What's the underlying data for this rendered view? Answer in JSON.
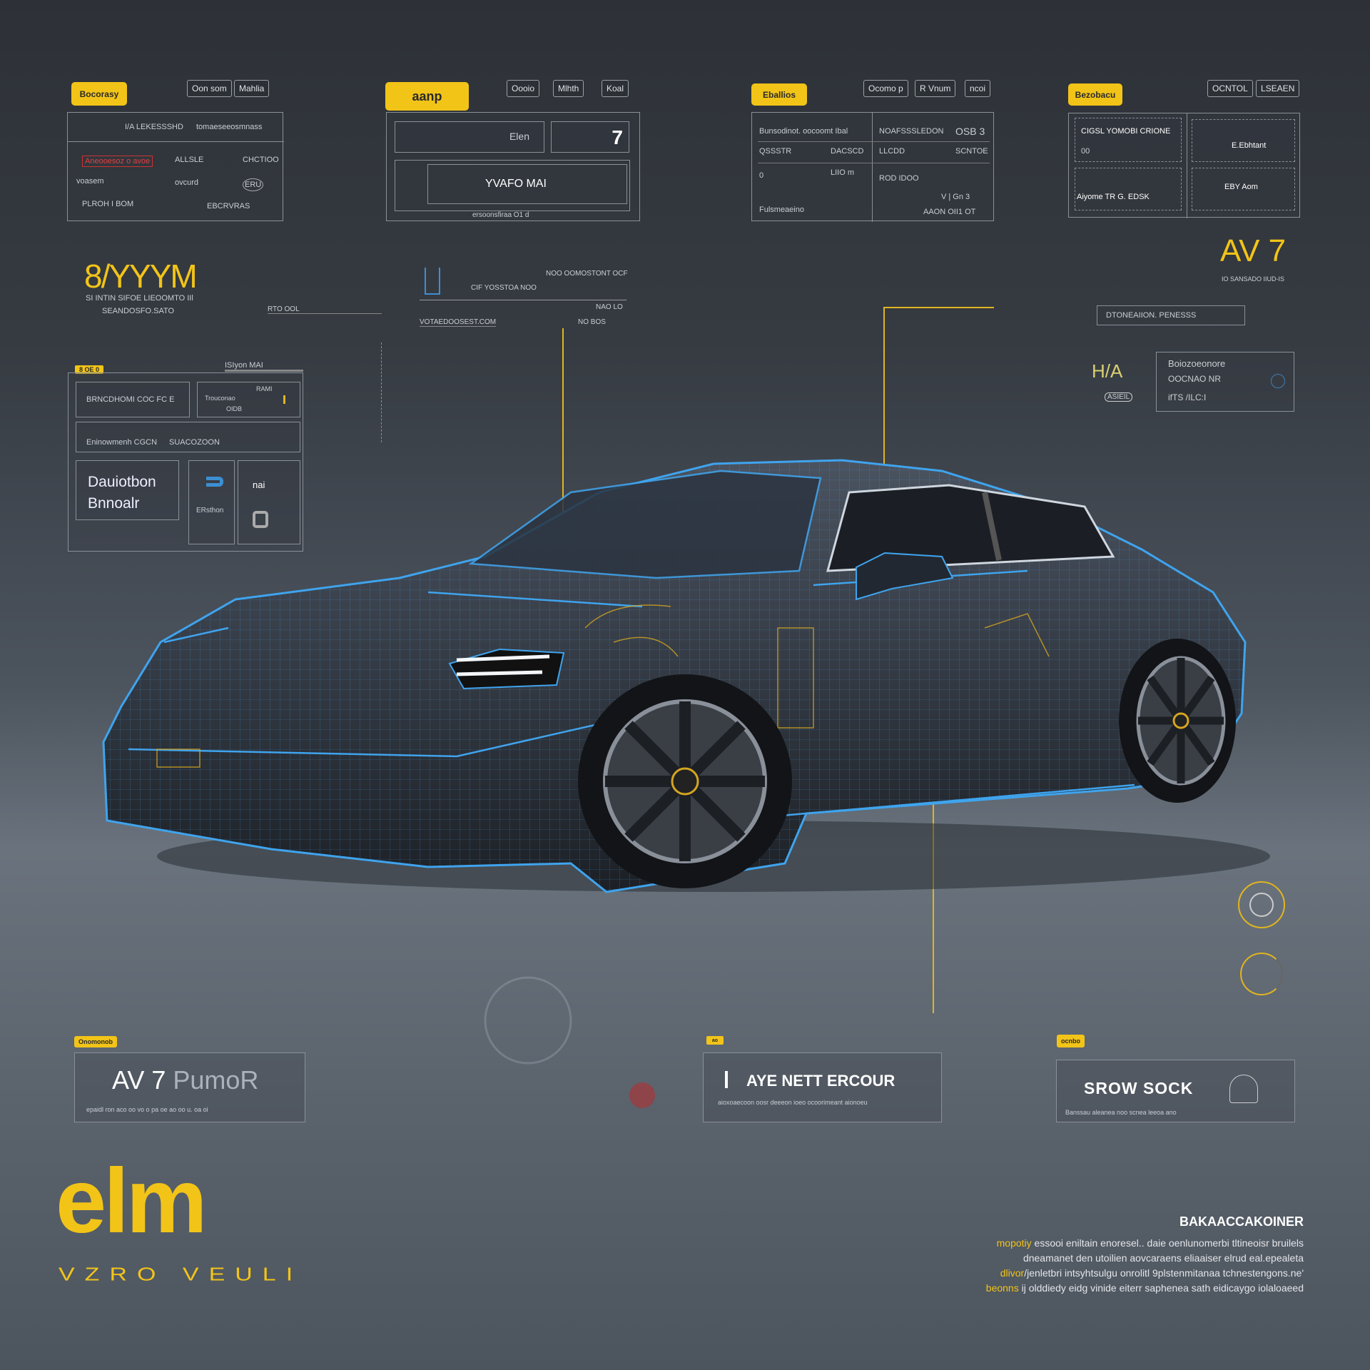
{
  "panel1": {
    "tag": "Bocorasy",
    "buttons": [
      "Oon som",
      "Mahlia"
    ],
    "row1": [
      "I/A LEKESSSHD",
      "tomaeseeosmnass"
    ],
    "row2": [
      "Aneooesoz o avoe",
      "ALLSLE",
      "CHCTIOO"
    ],
    "row3": [
      "voasem",
      "ovcurd",
      "ERU"
    ],
    "row4": [
      "PLROH I  BOM",
      "EBCRVRAS"
    ]
  },
  "panel2": {
    "tag": "aanp",
    "buttons": [
      "Oooio",
      "Mlhth",
      "Koal"
    ],
    "cell1": "Elen",
    "cell2_value": "7",
    "main": "YVAFO MAI",
    "footer": "ersoonsfiraa  O1  d"
  },
  "panel3": {
    "tag": "Eballios",
    "buttons": [
      "Ocomo p",
      "R Vnum",
      "ncoi"
    ],
    "left": [
      "Bunsodinot.  oocoomt  Ibal",
      "QSSSTR",
      "DACSCD",
      "0",
      "LIIO m",
      "Fulsmeaeino"
    ],
    "right": [
      "NOAFSSSLEDON",
      "OSB  3",
      "LLCDD",
      "SCNTOE",
      "ROD IDOO",
      "V | Gn 3",
      "AAON OII1 OT"
    ]
  },
  "panel4": {
    "tag": "Bezobacu",
    "buttons": [
      "OCNTOL",
      "LSEAEN"
    ],
    "cells": [
      "CIGSL YOMOBI CRIONE",
      "00",
      "E.Ebhtant",
      "Aiyome TR  G. EDSK",
      "EBY Aom"
    ]
  },
  "logo_left": {
    "mark": "8/YYYM",
    "line1": "SI  INTIN SIFOE LIEOOMTO  IIl",
    "line2": "SEANDOSFO.SATO"
  },
  "left_panel": {
    "tag": "8 OE 0",
    "header": "ISIyon    MAI",
    "row1": "BRNCDHOMI COC FC E",
    "row1b": [
      "RAMI",
      "Trouconao",
      "OIDB"
    ],
    "row2": [
      "Eninowmenh CGCN",
      "SUACOZOON"
    ],
    "feature": [
      "Dauiotbon",
      "Bnnoalr"
    ],
    "mid": "ERsthon",
    "right": "nai"
  },
  "center_callout": {
    "title": "CIF YOSSTOA  NOO",
    "title2": "NOO OOMOSTONT OCF",
    "sub1": "NAO LO",
    "sub2": "VOTAEDOOSEST.COM",
    "sub3": "NO BOS",
    "sub4": "RTO OOL"
  },
  "model_right": {
    "title": "AV 7",
    "sub": "IO  SANSADO  IIUD-IS"
  },
  "right_panel": {
    "header": "DTONEAIION. PENESSS",
    "mark": "H/A",
    "badge": "ASIEIL",
    "lines": [
      "Boiozoeonore",
      "OOCNAO NR",
      "ifTS /ILC:I"
    ]
  },
  "bottom_panels": [
    {
      "tag": "Onomonob",
      "title": "AV 7",
      "title_b": "PumoR",
      "caption": "epaidl  ron  aco  oo  vo  o pa  oe  ao oo  u.  oa  oi"
    },
    {
      "tag": "ao",
      "title": "AYE NETT ERCOUR",
      "caption": "aioxoaecoon  oosr  deeeon  ioeo  ocoorimeant  aionoeu"
    },
    {
      "tag": "ocnbo",
      "title": "SROW SOCK",
      "caption": "Banssau aleanea  noo  scnea  leeoa ano"
    }
  ],
  "brand": {
    "name": "elm",
    "tagline": "VZRO VEULI"
  },
  "info": {
    "heading": "BAKAACCAKOINER",
    "lines": [
      {
        "hl": "mopotiy",
        "text": " essooi  eniltain enoresel.. daie oenlunomerbi tltineoisr bruilels"
      },
      {
        "hl": "",
        "text": "dneamanet  den utoilien aovcaraens  eliaaiser  elrud  eal.epealeta"
      },
      {
        "hl": "dlivor",
        "text": "/jenletbri intsyhtsulgu onrolitl 9plstenmitanaa  tchnestengons.ne'"
      },
      {
        "hl": "beonns",
        "text": " ij olddiedy eidg vinide eiterr saphenea sath eidicaygo iolaloaeed"
      }
    ]
  },
  "colors": {
    "accent": "#f2c418",
    "wire": "#3fa4ee"
  }
}
